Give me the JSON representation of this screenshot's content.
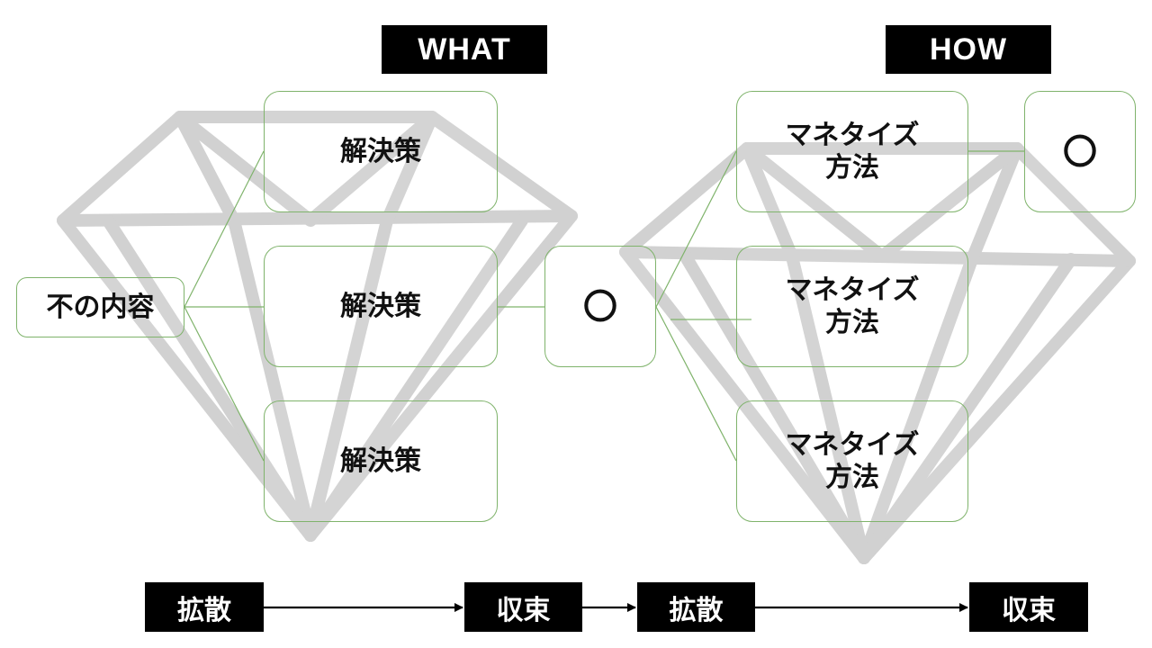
{
  "headers": {
    "what": "WHAT",
    "how": "HOW"
  },
  "nodes": {
    "problem": "不の内容",
    "solution1": "解決策",
    "solution2": "解決策",
    "solution3": "解決策",
    "selected_solution": "〇",
    "monetize1": "マネタイズ\n方法",
    "monetize2": "マネタイズ\n方法",
    "monetize3": "マネタイズ\n方法",
    "selected_monetize": "〇"
  },
  "phases": {
    "diverge1": "拡散",
    "converge1": "収束",
    "diverge2": "拡散",
    "converge2": "収束"
  },
  "colors": {
    "connector": "#7fb36b",
    "diamond": "#c9c9c9",
    "label_bg": "#000000"
  },
  "icons": {
    "background": "diamond-icon"
  }
}
